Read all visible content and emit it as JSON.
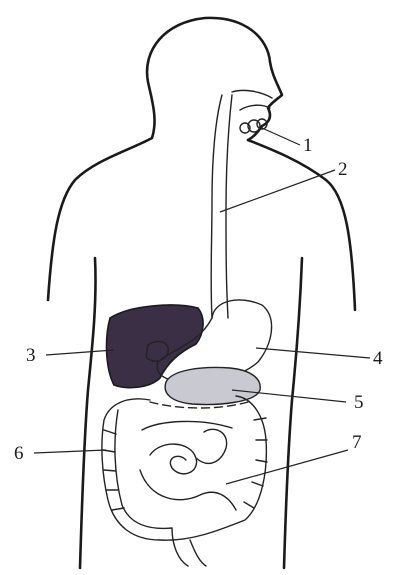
{
  "diagram": {
    "labels": [
      {
        "id": "1",
        "text": "1"
      },
      {
        "id": "2",
        "text": "2"
      },
      {
        "id": "3",
        "text": "3"
      },
      {
        "id": "4",
        "text": "4"
      },
      {
        "id": "5",
        "text": "5"
      },
      {
        "id": "6",
        "text": "6"
      },
      {
        "id": "7",
        "text": "7"
      }
    ],
    "colors": {
      "ink": "#1a1a1a",
      "liver": "#3b2f45",
      "pancreas": "#c9c9d2",
      "background": "#ffffff"
    }
  }
}
